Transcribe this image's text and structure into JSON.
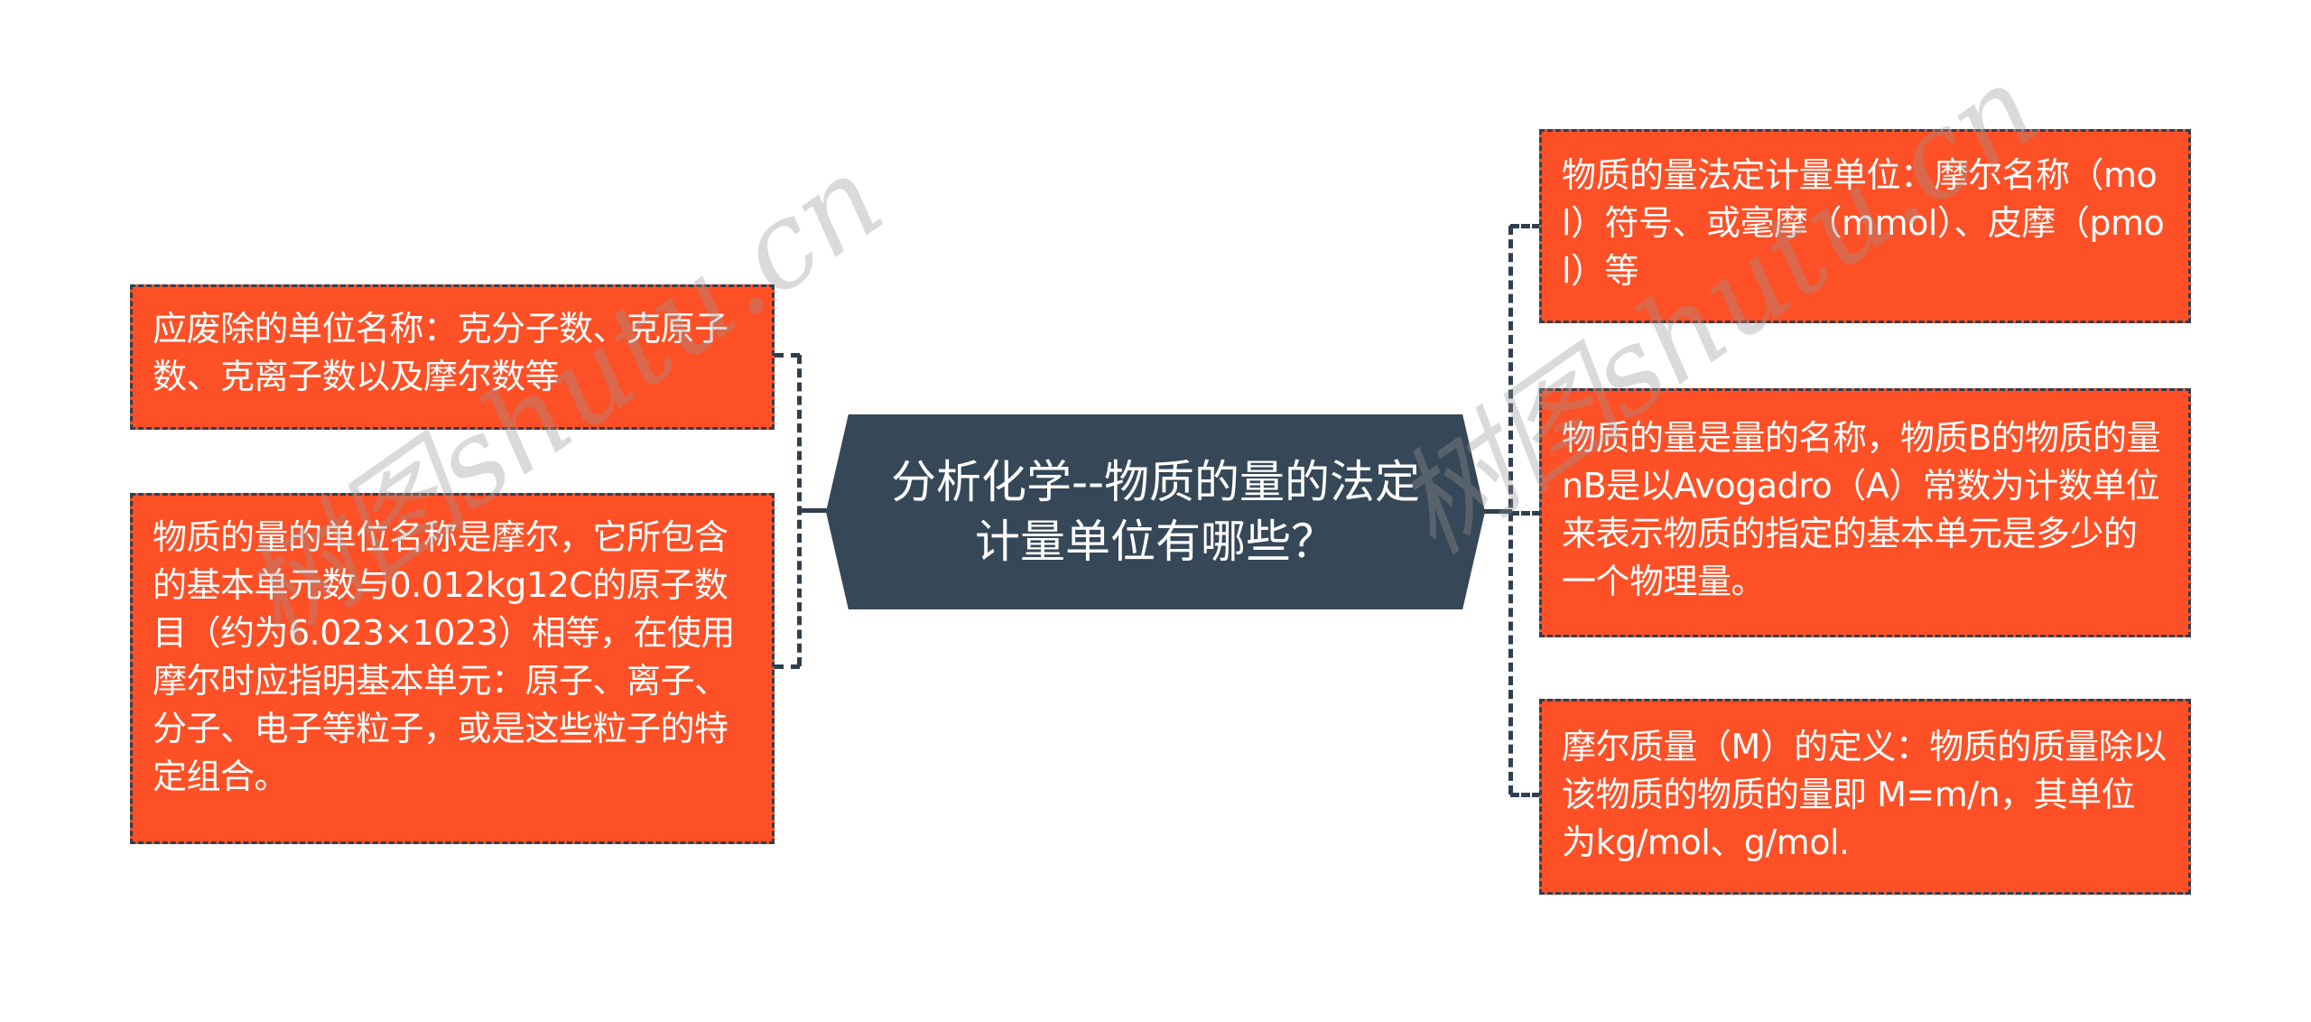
{
  "center": {
    "title": "分析化学--物质的量的法定计量单位有哪些？"
  },
  "left_nodes": [
    {
      "text": "应废除的单位名称：克分子数、克原子数、克离子数以及摩尔数等"
    },
    {
      "text": "物质的量的单位名称是摩尔，它所包含的基本单元数与0.012kg12C的原子数目（约为6.023×1023）相等，在使用摩尔时应指明基本单元：原子、离子、分子、电子等粒子，或是这些粒子的特定组合。"
    }
  ],
  "right_nodes": [
    {
      "text": "物质的量法定计量单位：摩尔名称（mol）符号、或毫摩（mmol）、皮摩（pmol）等"
    },
    {
      "text": "物质的量是量的名称，物质B的物质的量nB是以Avogadro（A）常数为计数单位来表示物质的指定的基本单元是多少的一个物理量。"
    },
    {
      "text": "摩尔质量（M）的定义：物质的质量除以该物质的物质的量即 M=m/n，其单位为kg/mol、g/mol."
    }
  ],
  "watermarks": [
    {
      "text": "树图shutu.cn"
    },
    {
      "text": "树图shutu.cn"
    }
  ],
  "colors": {
    "node_fill": "#fd5026",
    "node_border": "#2f3f4f",
    "center_fill": "#364757",
    "text": "#ffffff"
  }
}
